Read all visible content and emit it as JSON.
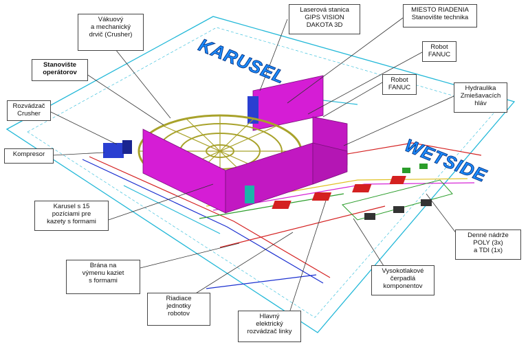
{
  "banners": {
    "karusel": "KARUSEL",
    "wetside": "WETSIDE"
  },
  "callouts": {
    "crusher": "Vákuový\na mechanický\ndrvič (Crusher)",
    "laser": "Laserová stanica\nGIPS VISION\nDAKOTA 3D",
    "control": "MIESTO RIADENIA\nStanovište technika",
    "robot1": "Robot\nFANUC",
    "robot2": "Robot\nFANUC",
    "operator": "Stanovište\noperátorov",
    "hydraulic": "Hydraulika\nZmiešavacích\nhláv",
    "switchboard": "Rozvádzač\nCrusher",
    "compressor": "Kompresor",
    "carousel": "Karusel s 15\npozíciami pre\nkazety s formami",
    "tanks": "Denné nádrže\nPOLY (3x)\na TDI (1x)",
    "gate": "Brána na\nvýmenu kaziet\ns formami",
    "pumps": "Vysokotlakové\nčerpadlá\nkomponentov",
    "control_units": "Riadiace\njednotky\nrobotov",
    "main_board": "Hlavný\nelektrický\nrozvádzač linky"
  },
  "colors": {
    "floor_line": "#22b8d8",
    "wall": "#d51dd5",
    "wall_dark": "#9c139c",
    "carousel": "#a8a22a",
    "teal": "#1bb3a9",
    "blue_machine": "#2a3fd1",
    "red_tank": "#d42020",
    "banner": "#1b8cff"
  }
}
